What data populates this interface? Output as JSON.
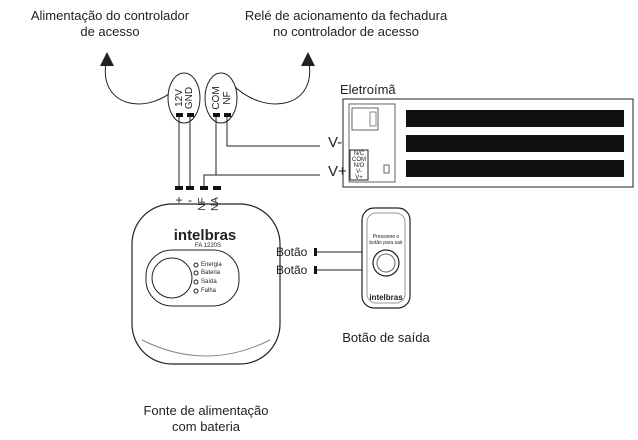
{
  "labels": {
    "controller_power": [
      "Alimentação do controlador",
      "de acesso"
    ],
    "lock_relay": [
      "Relé de acionamento da fechadura",
      "no controlador de acesso"
    ],
    "electromagnet": "Eletroímã",
    "v_minus": "V-",
    "v_plus": "V+",
    "button_1": "Botão",
    "button_2": "Botão",
    "exit_button": "Botão de saída",
    "power_supply": [
      "Fonte de alimentação",
      "com bateria"
    ]
  },
  "terminals": {
    "power_pair": [
      "12V",
      "GND"
    ],
    "relay_pair": [
      "COM",
      "NF"
    ],
    "psu_bottom": [
      "+",
      "-",
      "NF",
      "NA"
    ]
  },
  "magnet_terminals": [
    "N/C",
    "COM",
    "N/O",
    "V-",
    "V+"
  ],
  "psu": {
    "brand": "intelbras",
    "model": "FA 1220S",
    "leds": [
      "Energia",
      "Bateria",
      "Saída",
      "Falha"
    ]
  },
  "exit_device": {
    "text": [
      "Pressione o",
      "botão para sair"
    ],
    "brand": "intelbras"
  },
  "colors": {
    "line": "#222222",
    "fill": "#ffffff",
    "dark": "#111111"
  }
}
